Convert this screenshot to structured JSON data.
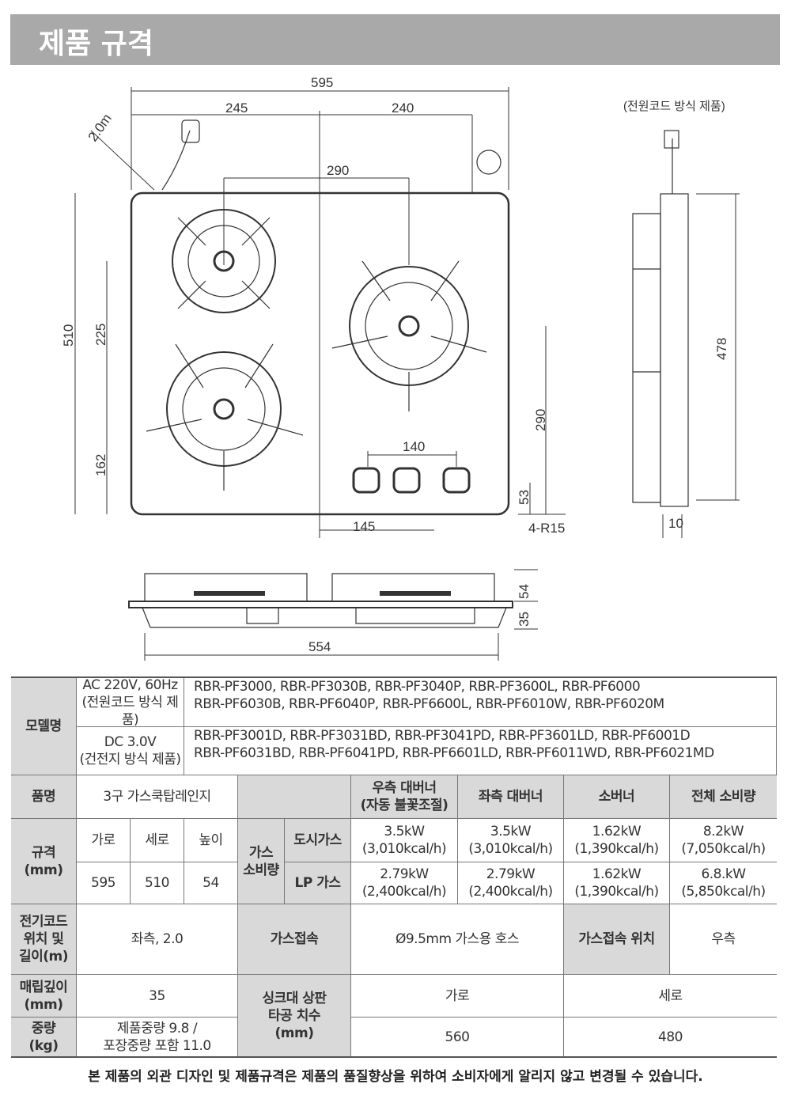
{
  "title": "제품 규격",
  "drawing": {
    "note": "(전원코드 방식 제품)",
    "dims": {
      "width": "595",
      "left": "245",
      "right": "240",
      "burner_span": "290",
      "cord": "2.0m",
      "depth": "510",
      "d225": "225",
      "d162": "162",
      "knob_span": "140",
      "d290": "290",
      "d53": "53",
      "d145": "145",
      "radius": "4-R15",
      "side_h": "478",
      "side_t": "10",
      "h54": "54",
      "h35": "35",
      "w554": "554"
    }
  },
  "table": {
    "model_label": "모델명",
    "ac": {
      "voltage": [
        "AC 220V, 60Hz",
        "(전원코드 방식 제품)"
      ],
      "models": [
        "RBR-PF3000,  RBR-PF3030B, RBR-PF3040P, RBR-PF3600L,  RBR-PF6000",
        "RBR-PF6030B, RBR-PF6040P, RBR-PF6600L, RBR-PF6010W, RBR-PF6020M"
      ]
    },
    "dc": {
      "voltage": [
        "DC 3.0V",
        "(건전지 방식 제품)"
      ],
      "models": [
        "RBR-PF3001D,  RBR-PF3031BD, RBR-PF3041PD, RBR-PF3601LD,  RBR-PF6001D",
        "RBR-PF6031BD, RBR-PF6041PD, RBR-PF6601LD, RBR-PF6011WD, RBR-PF6021MD"
      ]
    },
    "product_label": "품명",
    "product": "3구 가스쿡탑레인지",
    "col_heads": [
      "우측 대버너\n(자동 불꽃조절)",
      "좌측 대버너",
      "소버너",
      "전체 소비량"
    ],
    "spec_label": "규격\n(mm)",
    "spec_heads": [
      "가로",
      "세로",
      "높이"
    ],
    "spec_vals": [
      "595",
      "510",
      "54"
    ],
    "gas_label": "가스\n소비량",
    "city": {
      "label": "도시가스",
      "vals": [
        "3.5kW\n(3,010kcal/h)",
        "3.5kW\n(3,010kcal/h)",
        "1.62kW\n(1,390kcal/h)",
        "8.2kW\n(7,050kcal/h)"
      ]
    },
    "lp": {
      "label": "LP 가스",
      "vals": [
        "2.79kW\n(2,400kcal/h)",
        "2.79kW\n(2,400kcal/h)",
        "1.62kW\n(1,390kcal/h)",
        "6.8.kW\n(5,850kcal/h)"
      ]
    },
    "cord_label": "전기코드\n위치 및\n길이(m)",
    "cord": "좌측, 2.0",
    "gas_conn_label": "가스접속",
    "gas_conn": "Ø9.5mm 가스용 호스",
    "gas_pos_label": "가스접속 위치",
    "gas_pos": "우측",
    "embed_label": "매립깊이\n(mm)",
    "embed": "35",
    "sink_label": "싱크대 상판\n타공 치수\n(mm)",
    "sink_heads": [
      "가로",
      "세로"
    ],
    "sink_vals": [
      "560",
      "480"
    ],
    "weight_label": "중량\n(kg)",
    "weight": "제품중량 9.8 /\n포장중량 포함 11.0"
  },
  "footer": "본 제품의 외관 디자인 및 제품규격은 제품의 품질향상을 위하여 소비자에게 알리지 않고 변경될 수 있습니다."
}
